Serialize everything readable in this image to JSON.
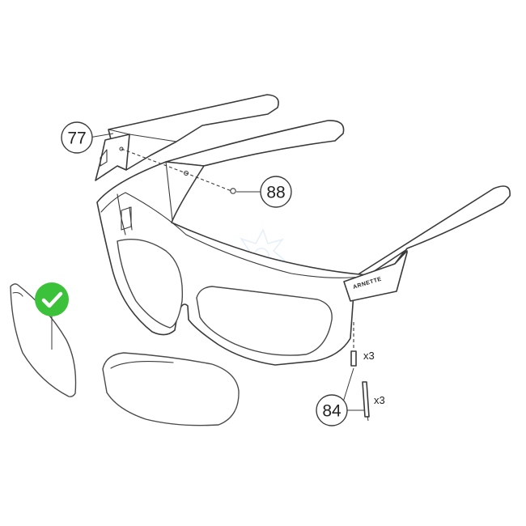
{
  "diagram": {
    "brand_label": "ARNETTE",
    "callouts": [
      {
        "id": "77",
        "label": "77"
      },
      {
        "id": "88",
        "label": "88"
      },
      {
        "id": "84",
        "label": "84"
      }
    ],
    "quantities": [
      {
        "id": "pin-upper",
        "label": "x3"
      },
      {
        "id": "pin-lower",
        "label": "x3"
      }
    ],
    "status": {
      "check_color": "#3cc13b",
      "meaning": "available"
    },
    "watermark_color": "#cfe3f3"
  }
}
